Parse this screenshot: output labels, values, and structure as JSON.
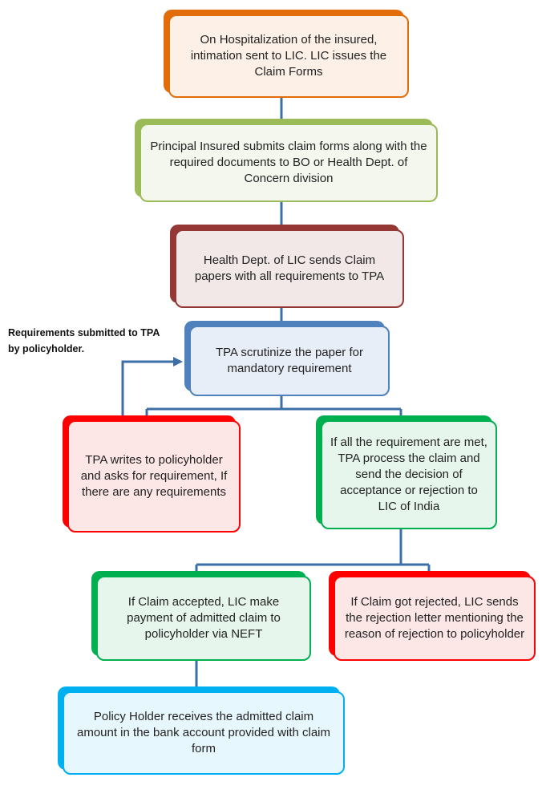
{
  "colors": {
    "connector": "#3c6fa6",
    "orange": "#e36c0a",
    "green_light": "#9bbb59",
    "maroon": "#953734",
    "blue": "#4f81bd",
    "red": "#ff0000",
    "green": "#00b050",
    "cyan": "#00b0f0"
  },
  "nodes": {
    "hospitalization": "On Hospitalization of the insured, intimation sent to LIC. LIC issues the Claim Forms",
    "submit_forms": "Principal Insured submits claim forms along with the required documents to BO or Health Dept. of Concern division",
    "health_dept": "Health Dept. of LIC sends Claim papers with all requirements to TPA",
    "tpa_scrutinize": "TPA scrutinize the paper for mandatory requirement",
    "tpa_writes": "TPA  writes to policyholder and  asks for requirement, If there are any requirements",
    "requirements_met": "If all the requirement are met, TPA process the claim and send the decision of acceptance or rejection to LIC of India",
    "claim_accepted": "If Claim accepted, LIC  make payment of admitted claim to policyholder via NEFT",
    "claim_rejected": "If Claim got rejected, LIC sends the rejection letter mentioning the reason of rejection to policyholder",
    "amount_received": "Policy Holder receives the admitted claim amount in the bank account provided with claim form"
  },
  "side_label": "Requirements submitted to TPA by policyholder."
}
